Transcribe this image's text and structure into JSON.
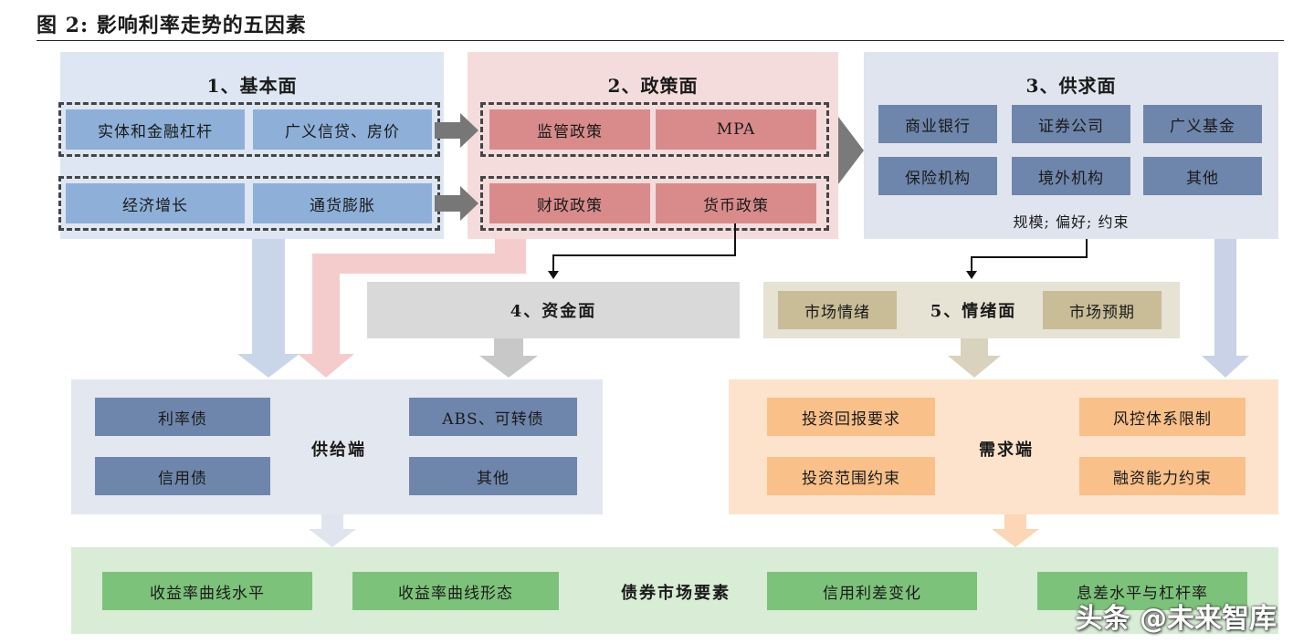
{
  "figure_title": "图 2: 影响利率走势的五因素",
  "panel1": {
    "title": "1、基本面",
    "row1": [
      "实体和金融杠杆",
      "广义信贷、房价"
    ],
    "row2": [
      "经济增长",
      "通货膨胀"
    ]
  },
  "panel2": {
    "title": "2、政策面",
    "row1": [
      "监管政策",
      "MPA"
    ],
    "row2": [
      "财政政策",
      "货币政策"
    ]
  },
  "panel3": {
    "title": "3、供求面",
    "row1": [
      "商业银行",
      "证券公司",
      "广义基金"
    ],
    "row2": [
      "保险机构",
      "境外机构",
      "其他"
    ],
    "footer": "规模; 偏好; 约束"
  },
  "panel4": {
    "title": "4、资金面"
  },
  "panel5": {
    "title": "5、情绪面",
    "left": "市场情绪",
    "right": "市场预期"
  },
  "supply": {
    "title": "供给端",
    "left": [
      "利率债",
      "信用债"
    ],
    "right": [
      "ABS、可转债",
      "其他"
    ]
  },
  "demand": {
    "title": "需求端",
    "left": [
      "投资回报要求",
      "投资范围约束"
    ],
    "right": [
      "风控体系限制",
      "融资能力约束"
    ]
  },
  "bond": {
    "title": "债券市场要素",
    "items": [
      "收益率曲线水平",
      "收益率曲线形态",
      "信用利差变化",
      "息差水平与杠杆率"
    ]
  },
  "watermark": "头条 @未来智库",
  "colors": {
    "blue_panel": "#dde6f2",
    "blue_box": "#8eb0d8",
    "pink_panel": "#f5dcdc",
    "red_box": "#d98b8b",
    "lav_panel": "#e0e4ef",
    "navy_box": "#6f86ac",
    "gray_panel": "#d9d9d9",
    "tan_panel": "#e6e2d4",
    "tan_box": "#c9bd97",
    "orange_panel": "#fde3cc",
    "orange_box": "#f9c08a",
    "green_panel": "#d8ecd6",
    "green_box": "#7dc27a"
  }
}
